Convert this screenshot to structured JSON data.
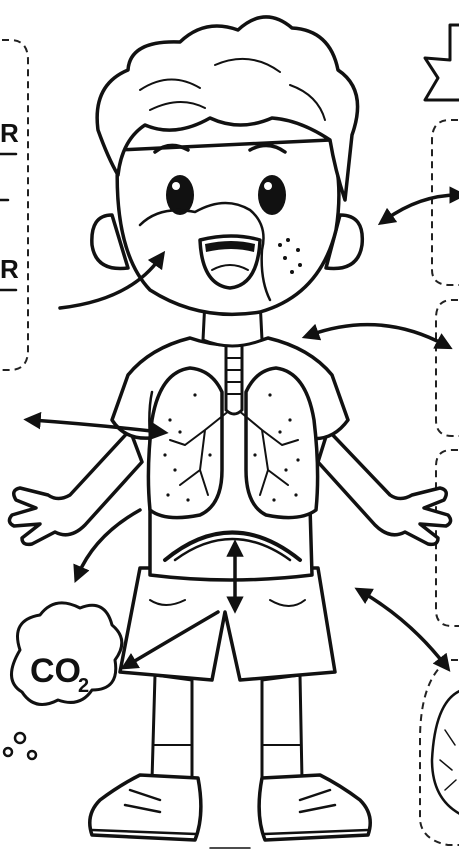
{
  "labels": {
    "left_top_1": "R",
    "left_top_2": "R",
    "cloud_text": "CO",
    "cloud_subscript": "2"
  },
  "colors": {
    "ink": "#111111",
    "paper": "#ffffff"
  }
}
